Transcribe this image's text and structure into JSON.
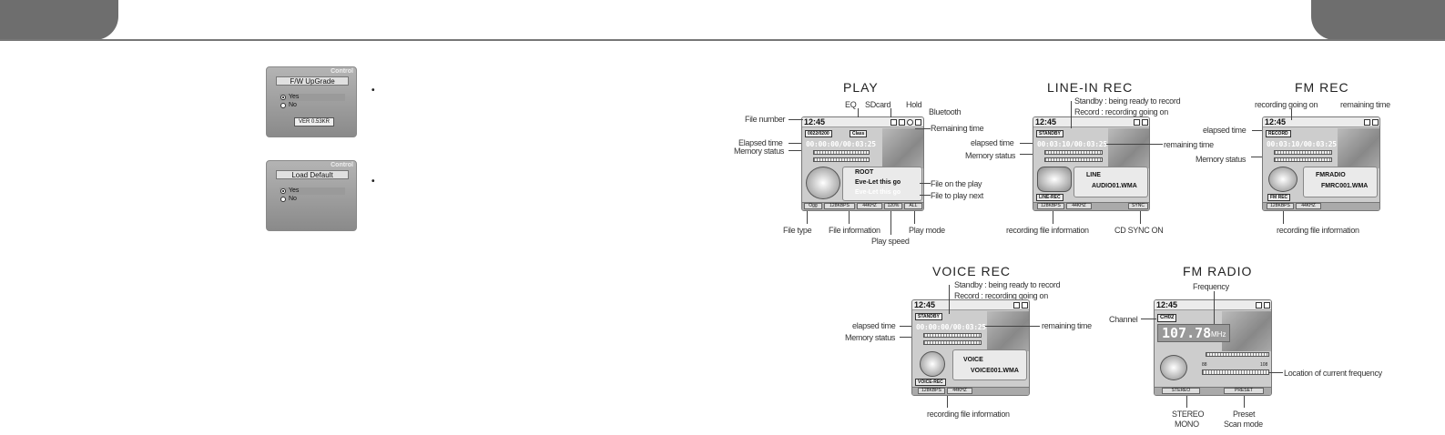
{
  "dialogs": {
    "fw": {
      "control": "Control",
      "title": "F/W UpGrade",
      "yes": "Yes",
      "no": "No",
      "version": "VER 0.53KR"
    },
    "ld": {
      "control": "Control",
      "title": "Load Default",
      "yes": "Yes",
      "no": "No"
    }
  },
  "play": {
    "title": "PLAY",
    "labels": {
      "eq": "EQ",
      "sdcard": "SDcard",
      "hold": "Hold",
      "bluetooth": "Bluetooth",
      "file_number": "File number",
      "remaining": "Remaining time",
      "elapsed": "Elapsed time",
      "memory": "Memory status",
      "on_play": "File on the play",
      "play_next": "File to play next",
      "file_type": "File type",
      "file_info": "File information",
      "play_speed": "Play speed",
      "play_mode": "Play mode"
    },
    "screen": {
      "clock": "12:45",
      "file_no": "0022/0200",
      "eq": "Class",
      "time": "00:00:00/00:03:25",
      "folder": "ROOT",
      "current": "Eve-Let this go",
      "next": "Eve-Let this go",
      "status": [
        "Ogg",
        "128KBPS",
        "44KHZ",
        "120%",
        "ALL"
      ]
    }
  },
  "line_in": {
    "title": "LINE-IN REC",
    "labels": {
      "standby": "Standby : being ready to record",
      "record": "Record : recording going on",
      "elapsed": "elapsed time",
      "memory": "Memory status",
      "remaining": "remaining time",
      "file_info": "recording file information",
      "cd_sync": "CD SYNC ON"
    },
    "screen": {
      "clock": "12:45",
      "state": "STANDBY",
      "time": "00:03:10/00:03:25",
      "folder": "LINE",
      "file": "AUDIO01.WMA",
      "mode": "LINE-REC",
      "status": [
        "128KBPS",
        "44KHZ",
        "SYNC"
      ]
    }
  },
  "fm_rec": {
    "title": "FM REC",
    "labels": {
      "going_on": "recording going on",
      "remaining": "remaining time",
      "elapsed": "elapsed time",
      "memory": "Memory status",
      "file_info": "recording file information"
    },
    "screen": {
      "clock": "12:45",
      "state": "RECORD",
      "time": "00:03:10/00:03:25",
      "folder": "FMRADIO",
      "file": "FMRC001.WMA",
      "mode": "FM REC",
      "status": [
        "128KBPS",
        "44KHZ"
      ]
    }
  },
  "voice_rec": {
    "title": "VOICE REC",
    "labels": {
      "standby": "Standby : being ready to record",
      "record": "Record : recording going on",
      "elapsed": "elapsed time",
      "memory": "Memory status",
      "remaining": "remaining time",
      "file_info": "recording file information"
    },
    "screen": {
      "clock": "12:45",
      "state": "STANDBY",
      "time": "00:00:00/00:03:25",
      "folder": "VOICE",
      "file": "VOICE001.WMA",
      "mode": "VOICE-REC",
      "status": [
        "128KBPS",
        "44KHZ"
      ]
    }
  },
  "fm_radio": {
    "title": "FM RADIO",
    "labels": {
      "frequency": "Frequency",
      "channel": "Channel",
      "location": "Location of current frequency",
      "stereo": "STEREO",
      "mono": "MONO",
      "preset": "Preset",
      "scan": "Scan mode"
    },
    "screen": {
      "clock": "12:45",
      "channel": "CH02",
      "freq": "107.78",
      "unit": "MHz",
      "scale_low": "88",
      "scale_high": "108",
      "status": [
        "STEREO",
        "PRESET"
      ]
    }
  }
}
